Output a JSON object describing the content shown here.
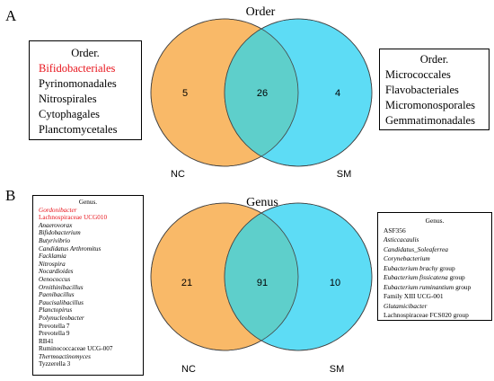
{
  "panels": [
    {
      "letter": "A",
      "title": "Order",
      "venn": {
        "left_label": "NC",
        "right_label": "SM",
        "left_only": 5,
        "shared": 26,
        "right_only": 4
      },
      "left_box": {
        "header": "Order.",
        "items": [
          {
            "text": "Bifidobacteriales",
            "color": "#e8141c"
          },
          {
            "text": "Pyrinomonadales"
          },
          {
            "text": "Nitrospirales"
          },
          {
            "text": "Cytophagales"
          },
          {
            "text": "Planctomycetales"
          }
        ]
      },
      "right_box": {
        "header": "Order.",
        "items": [
          {
            "text": "Micrococcales"
          },
          {
            "text": "Flavobacteriales"
          },
          {
            "text": "Micromonosporales"
          },
          {
            "text": "Gemmatimonadales"
          }
        ]
      }
    },
    {
      "letter": "B",
      "title": "Genus",
      "venn": {
        "left_label": "NC",
        "right_label": "SM",
        "left_only": 21,
        "shared": 91,
        "right_only": 10
      },
      "left_box": {
        "header": "Genus.",
        "items": [
          {
            "text": "Gordonibacter",
            "italic": true,
            "color": "#e8141c"
          },
          {
            "text": "Lachnospiraceae UCG010",
            "color": "#e8141c"
          },
          {
            "text": "Anaerovorax",
            "italic": true
          },
          {
            "text": "Bifidobacterium",
            "italic": true
          },
          {
            "text": "Butyrivibrio",
            "italic": true
          },
          {
            "text": "Candidatus Arthromitus",
            "italic": true
          },
          {
            "text": "Facklamia",
            "italic": true
          },
          {
            "text": "Nitrospira",
            "italic": true
          },
          {
            "text": "Nocardioides",
            "italic": true
          },
          {
            "text": "Oenococcus",
            "italic": true
          },
          {
            "text": "Ornithinibacillus",
            "italic": true
          },
          {
            "text": "Paenibacillus",
            "italic": true
          },
          {
            "text": "Paucisalibacillus",
            "italic": true
          },
          {
            "text": "Planctopirus",
            "italic": true
          },
          {
            "text": "Polynucleobacter",
            "italic": true
          },
          {
            "text": "Prevotella 7"
          },
          {
            "text": "Prevotella 9"
          },
          {
            "text": "RB41"
          },
          {
            "text": "Ruminococcaceae UCG-007"
          },
          {
            "text": "Thermoactinomyces",
            "italic": true
          },
          {
            "text": "Tyzzerella 3"
          }
        ]
      },
      "right_box": {
        "header": "Genus.",
        "items": [
          {
            "text": "ASF356"
          },
          {
            "text": "Asticcacaulis",
            "italic": true
          },
          {
            "text": "Candidatus_Soleaferrea",
            "italic": true
          },
          {
            "text": "Corynebacterium",
            "italic": true
          },
          {
            "parts": [
              {
                "text": "Eubacterium brachy",
                "italic": true
              },
              {
                "text": " group"
              }
            ]
          },
          {
            "parts": [
              {
                "text": "Eubacterium fissicatena",
                "italic": true
              },
              {
                "text": " group"
              }
            ]
          },
          {
            "parts": [
              {
                "text": "Eubacterium ruminantium",
                "italic": true
              },
              {
                "text": " group"
              }
            ]
          },
          {
            "text": "Family XIII UCG-001"
          },
          {
            "text": "Glutamicibacter",
            "italic": true
          },
          {
            "text": "Lachnospiraceae FCS020 group"
          }
        ]
      }
    }
  ],
  "colors": {
    "nc": "#f9b968",
    "sm": "#5ddcf5",
    "overlap": "#5ecfcb",
    "red": "#e8141c"
  }
}
